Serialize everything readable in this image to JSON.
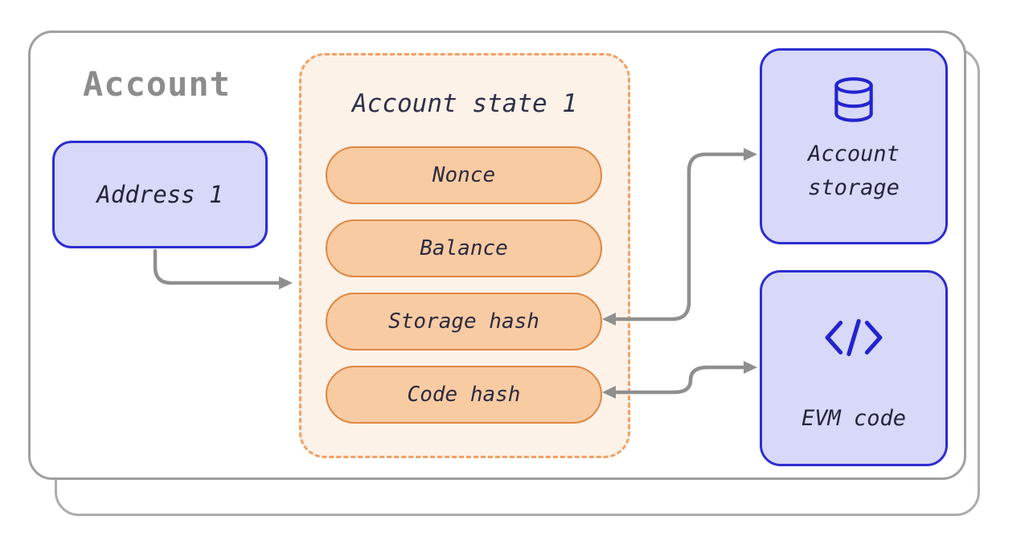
{
  "title": "Account",
  "address_box": {
    "label": "Address 1"
  },
  "state_box": {
    "title": "Account state 1",
    "fields": [
      "Nonce",
      "Balance",
      "Storage hash",
      "Code hash"
    ]
  },
  "account_storage_box": {
    "icon": "database-icon",
    "label_lines": [
      "Account",
      "storage"
    ]
  },
  "evm_code_box": {
    "icon": "code-icon",
    "label": "EVM code"
  },
  "connections": [
    {
      "from": "Address 1",
      "to": "Account state 1",
      "heads": "end"
    },
    {
      "from": "Storage hash",
      "to": "Account storage",
      "heads": "both"
    },
    {
      "from": "Code hash",
      "to": "EVM code",
      "heads": "both"
    }
  ],
  "colors": {
    "lavender_fill": "#d8d8f8",
    "blue_border": "#2d2dd0",
    "blue_icon": "#2323cf",
    "pill_fill": "#f8cba3",
    "pill_border": "#df8743",
    "state_fill": "#fcf2e8",
    "state_dashed_border": "#f0a165",
    "card_border": "#9f9f9f",
    "arrow_gray": "#8f8f8f",
    "title_gray": "#8c8c8c",
    "text_dark": "#24243a"
  }
}
